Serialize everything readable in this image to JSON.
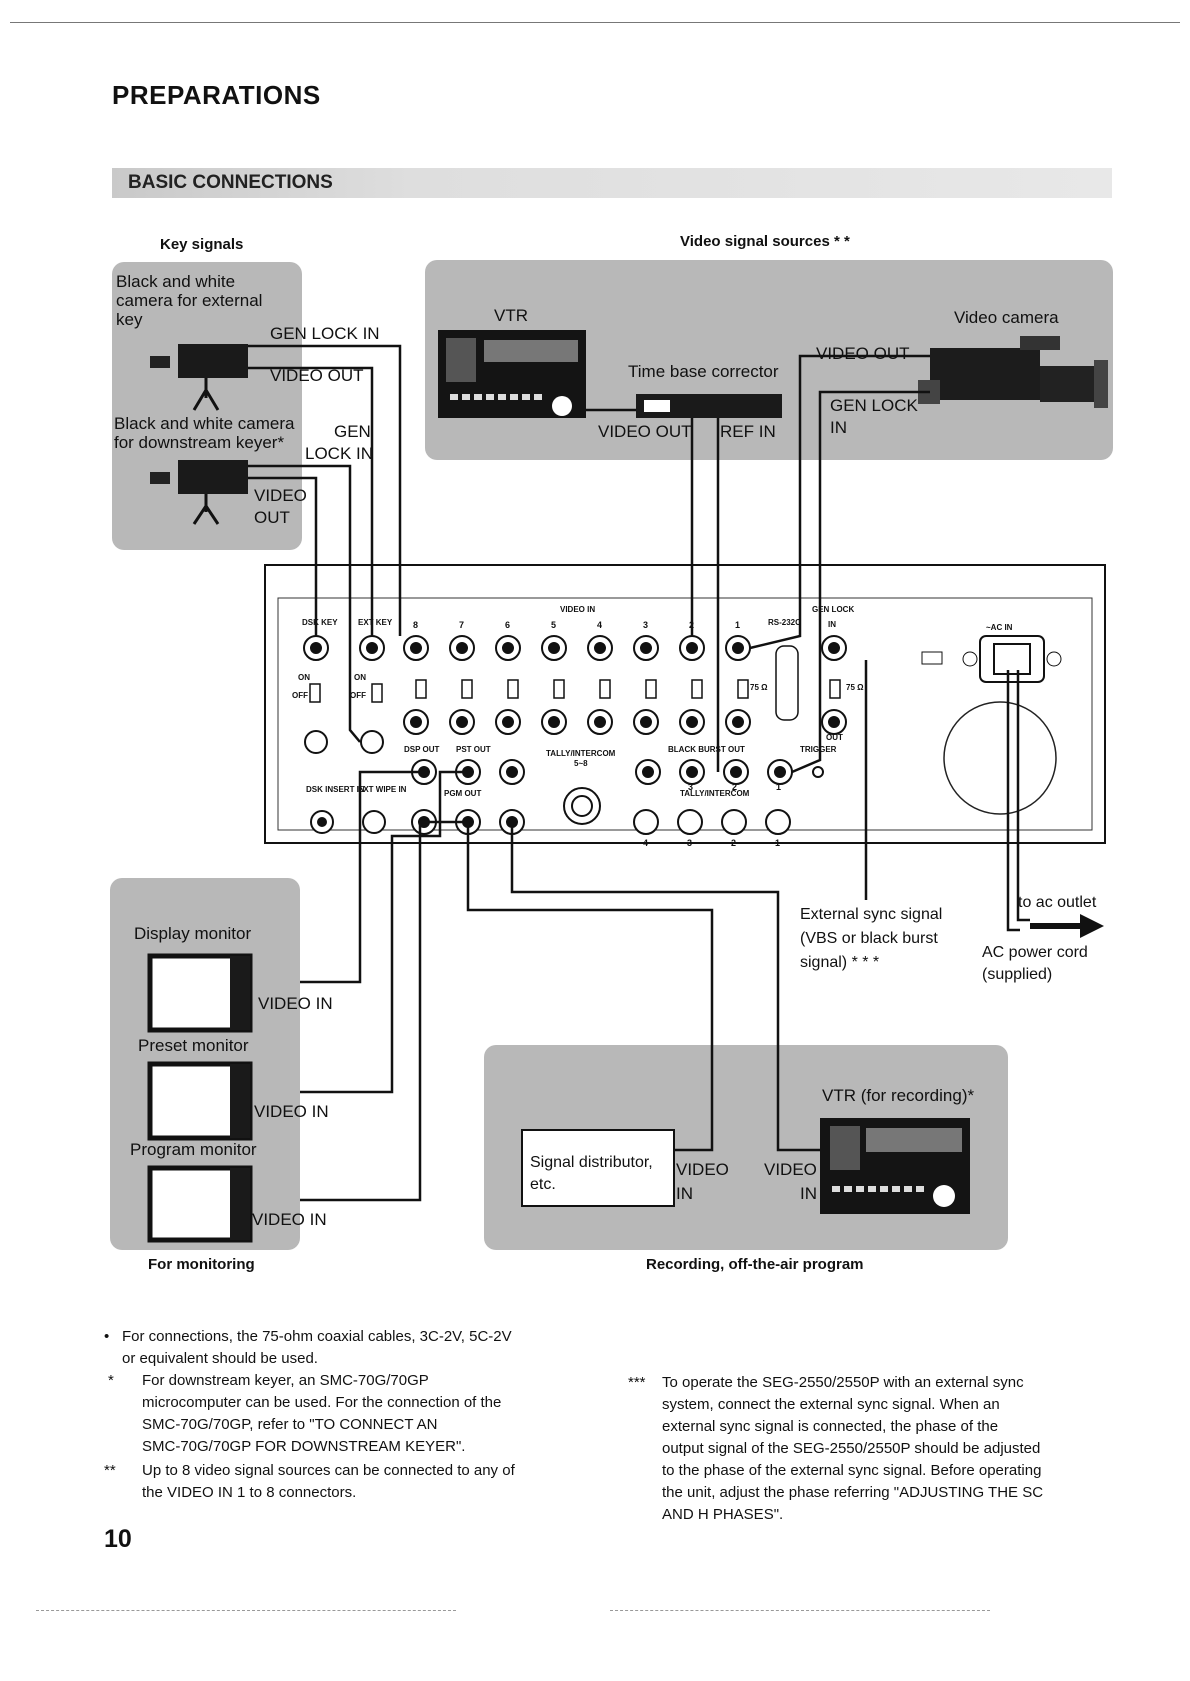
{
  "page": {
    "title": "PREPARATIONS",
    "section": "BASIC CONNECTIONS",
    "page_number": "10"
  },
  "captions": {
    "key_signals": "Key signals",
    "video_sources": "Video signal sources * *",
    "for_monitoring": "For monitoring",
    "recording": "Recording, off-the-air program"
  },
  "key_box": {
    "cam1": "Black and white camera for external key",
    "gen_lock_in_1": "GEN LOCK IN",
    "video_out_1": "VIDEO OUT",
    "cam2": "Black and white camera for downstream keyer*",
    "gen_lock_in_2a": "GEN",
    "gen_lock_in_2b": "LOCK IN",
    "video_out_2a": "VIDEO",
    "video_out_2b": "OUT"
  },
  "source_box": {
    "vtr": "VTR",
    "tbc": "Time base corrector",
    "video_out": "VIDEO OUT",
    "ref_in": "REF IN",
    "camera": "Video camera",
    "cam_video_out": "VIDEO OUT",
    "cam_gen_lock": "GEN LOCK",
    "cam_in": "IN"
  },
  "panel": {
    "dsk_key": "DSK KEY",
    "ext_key": "EXT KEY",
    "video_in": "VIDEO IN",
    "rs232": "RS-232C",
    "gen_lock": "GEN LOCK",
    "gen_lock_in": "IN",
    "ac_in": "~AC IN",
    "dsk_out": "DSP OUT",
    "pst_out": "PST OUT",
    "tally": "TALLY/INTERCOM",
    "tally_sub": "5~8",
    "bb_out": "BLACK BURST OUT",
    "out": "OUT",
    "trigger": "TRIGGER",
    "dsk_insert": "DSK INSERT IN",
    "ext_wipe": "EXT WIPE IN",
    "pgm_out": "PGM OUT",
    "tally2": "TALLY/INTERCOM",
    "on": "ON",
    "off": "OFF",
    "ohm": "75 Ω",
    "input_numbers": [
      "8",
      "7",
      "6",
      "5",
      "4",
      "3",
      "2",
      "1"
    ],
    "bottom_numbers": [
      "4",
      "3",
      "2",
      "1"
    ],
    "bb_numbers": [
      "3",
      "2",
      "1"
    ]
  },
  "annotations": {
    "ext_sync_1": "External sync signal",
    "ext_sync_2": "(VBS or black burst",
    "ext_sync_3": "signal) * * *",
    "to_ac": "to ac outlet",
    "ac_cord_1": "AC power cord",
    "ac_cord_2": "(supplied)"
  },
  "monitor_box": {
    "display": "Display monitor",
    "preset": "Preset monitor",
    "program": "Program monitor",
    "video_in": "VIDEO IN"
  },
  "record_box": {
    "vtr": "VTR (for recording)*",
    "distributor_1": "Signal distributor,",
    "distributor_2": "etc.",
    "video": "VIDEO",
    "in": "IN"
  },
  "notes": {
    "n1_bullet": "•",
    "n1a": "For connections, the 75-ohm coaxial cables, 3C-2V, 5C-2V",
    "n1b": "or equivalent should be used.",
    "n2_mark": "*",
    "n2a": "For downstream keyer, an SMC-70G/70GP",
    "n2b": "microcomputer can be used. For the connection of the",
    "n2c": "SMC-70G/70GP, refer to \"TO CONNECT AN",
    "n2d": "SMC-70G/70GP FOR DOWNSTREAM KEYER\".",
    "n3_mark": "**",
    "n3a": "Up to 8 video signal sources can be connected to any of",
    "n3b": "the VIDEO IN 1 to 8 connectors.",
    "n4_mark": "***",
    "n4a": "To operate the SEG-2550/2550P with an external sync",
    "n4b": "system, connect the external sync signal. When an",
    "n4c": "external sync signal is connected, the phase of the",
    "n4d": "output signal of the SEG-2550/2550P should be adjusted",
    "n4e": "to the phase of the external sync signal. Before operating",
    "n4f": "the unit, adjust the phase referring \"ADJUSTING THE SC",
    "n4g": "AND H PHASES\"."
  }
}
